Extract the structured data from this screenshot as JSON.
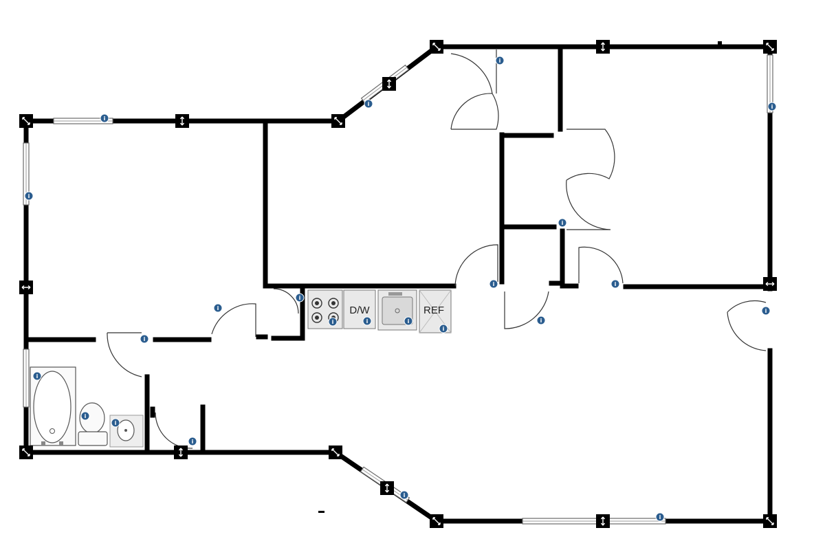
{
  "floorplan": {
    "appliances": {
      "range": "",
      "dishwasher": "D/W",
      "sink": "",
      "refrigerator": "REF"
    },
    "info_marker_glyph": "i",
    "colors": {
      "wall": "#000000",
      "info_marker": "#2b5d8f",
      "appliance_fill": "#e9e9e9",
      "background": "#ffffff"
    }
  }
}
